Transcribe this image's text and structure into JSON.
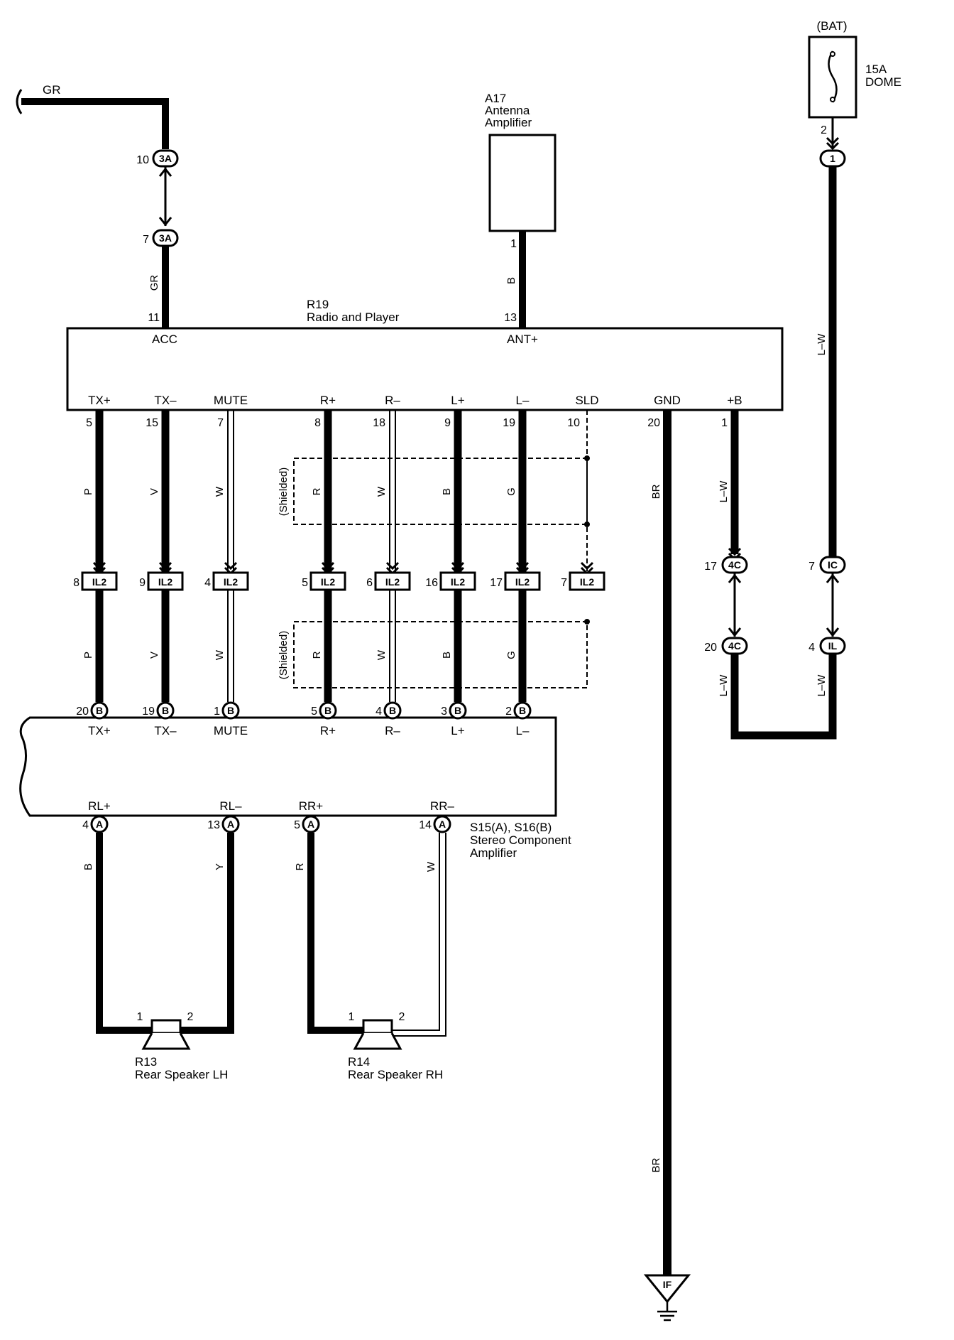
{
  "top_wire_color": "GR",
  "fuse": {
    "source": "(BAT)",
    "rating": "15A",
    "name": "DOME",
    "pin": "2",
    "conn_pin": "1"
  },
  "antenna": {
    "id": "A17",
    "name_line1": "Antenna",
    "name_line2": "Amplifier",
    "pin": "1",
    "wire": "B"
  },
  "radio": {
    "id": "R19",
    "name": "Radio and Player",
    "top_terms": [
      {
        "label": "ACC",
        "pin": "11"
      },
      {
        "label": "ANT+",
        "pin": "13"
      }
    ],
    "bottom_terms": [
      {
        "label": "TX+",
        "pin": "5"
      },
      {
        "label": "TX–",
        "pin": "15"
      },
      {
        "label": "MUTE",
        "pin": "7"
      },
      {
        "label": "R+",
        "pin": "8"
      },
      {
        "label": "R–",
        "pin": "18"
      },
      {
        "label": "L+",
        "pin": "9"
      },
      {
        "label": "L–",
        "pin": "19"
      },
      {
        "label": "SLD",
        "pin": "10"
      },
      {
        "label": "GND",
        "pin": "20"
      },
      {
        "label": "+B",
        "pin": "1"
      }
    ]
  },
  "junction_3a": {
    "code": "3A",
    "upper_pin": "10",
    "lower_pin": "7",
    "wire": "GR"
  },
  "upper_wire_colors": [
    "P",
    "V",
    "W",
    "R",
    "W",
    "B",
    "G"
  ],
  "lower_wire_colors": [
    "P",
    "V",
    "W",
    "R",
    "W",
    "B",
    "G"
  ],
  "shielded_label": "(Shielded)",
  "il2": {
    "code": "IL2",
    "pins": [
      "8",
      "9",
      "4",
      "5",
      "6",
      "16",
      "17",
      "7"
    ]
  },
  "gnd_wire": "BR",
  "gnd_wire_lower": "BR",
  "ground_point": "IF",
  "plus_b_wire": "L–W",
  "plus_b_wire_lower": "L–W",
  "dome_wire": "L–W",
  "dome_wire_lower": "L–W",
  "conn_4c": {
    "code": "4C",
    "upper_pin": "17",
    "lower_pin": "20"
  },
  "conn_ic": {
    "code": "IC",
    "pin": "7"
  },
  "conn_il": {
    "code": "IL",
    "pin": "4"
  },
  "amp": {
    "id": "S15(A), S16(B)",
    "name_line1": "Stereo Component",
    "name_line2": "Amplifier",
    "b_code": "B",
    "a_code": "A",
    "top_terms": [
      {
        "label": "TX+",
        "pin": "20"
      },
      {
        "label": "TX–",
        "pin": "19"
      },
      {
        "label": "MUTE",
        "pin": "1"
      },
      {
        "label": "R+",
        "pin": "5"
      },
      {
        "label": "R–",
        "pin": "4"
      },
      {
        "label": "L+",
        "pin": "3"
      },
      {
        "label": "L–",
        "pin": "2"
      }
    ],
    "bottom_terms": [
      {
        "label": "RL+",
        "pin": "4",
        "wire": "B"
      },
      {
        "label": "RL–",
        "pin": "13",
        "wire": "Y"
      },
      {
        "label": "RR+",
        "pin": "5",
        "wire": "R"
      },
      {
        "label": "RR–",
        "pin": "14",
        "wire": "W"
      }
    ]
  },
  "speaker_lh": {
    "id": "R13",
    "name": "Rear Speaker LH",
    "pin1": "1",
    "pin2": "2"
  },
  "speaker_rh": {
    "id": "R14",
    "name": "Rear Speaker RH",
    "pin1": "1",
    "pin2": "2"
  }
}
